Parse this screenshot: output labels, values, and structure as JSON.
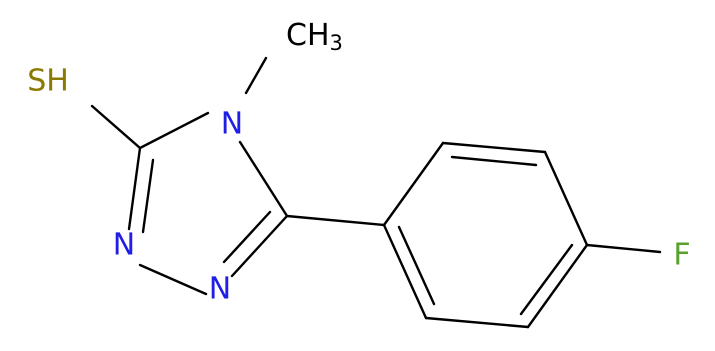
{
  "molecule": {
    "atoms": {
      "sh": {
        "label": "SH",
        "color": "#8B7A00"
      },
      "n4": {
        "label": "N",
        "color": "#1E1EE6"
      },
      "n2": {
        "label": "N",
        "color": "#1E1EE6"
      },
      "n1": {
        "label": "N",
        "color": "#1E1EE6"
      },
      "f": {
        "label": "F",
        "color": "#5AA02C"
      },
      "ch3": {
        "label": "CH",
        "subscript": "3",
        "color": "#000000"
      }
    }
  }
}
